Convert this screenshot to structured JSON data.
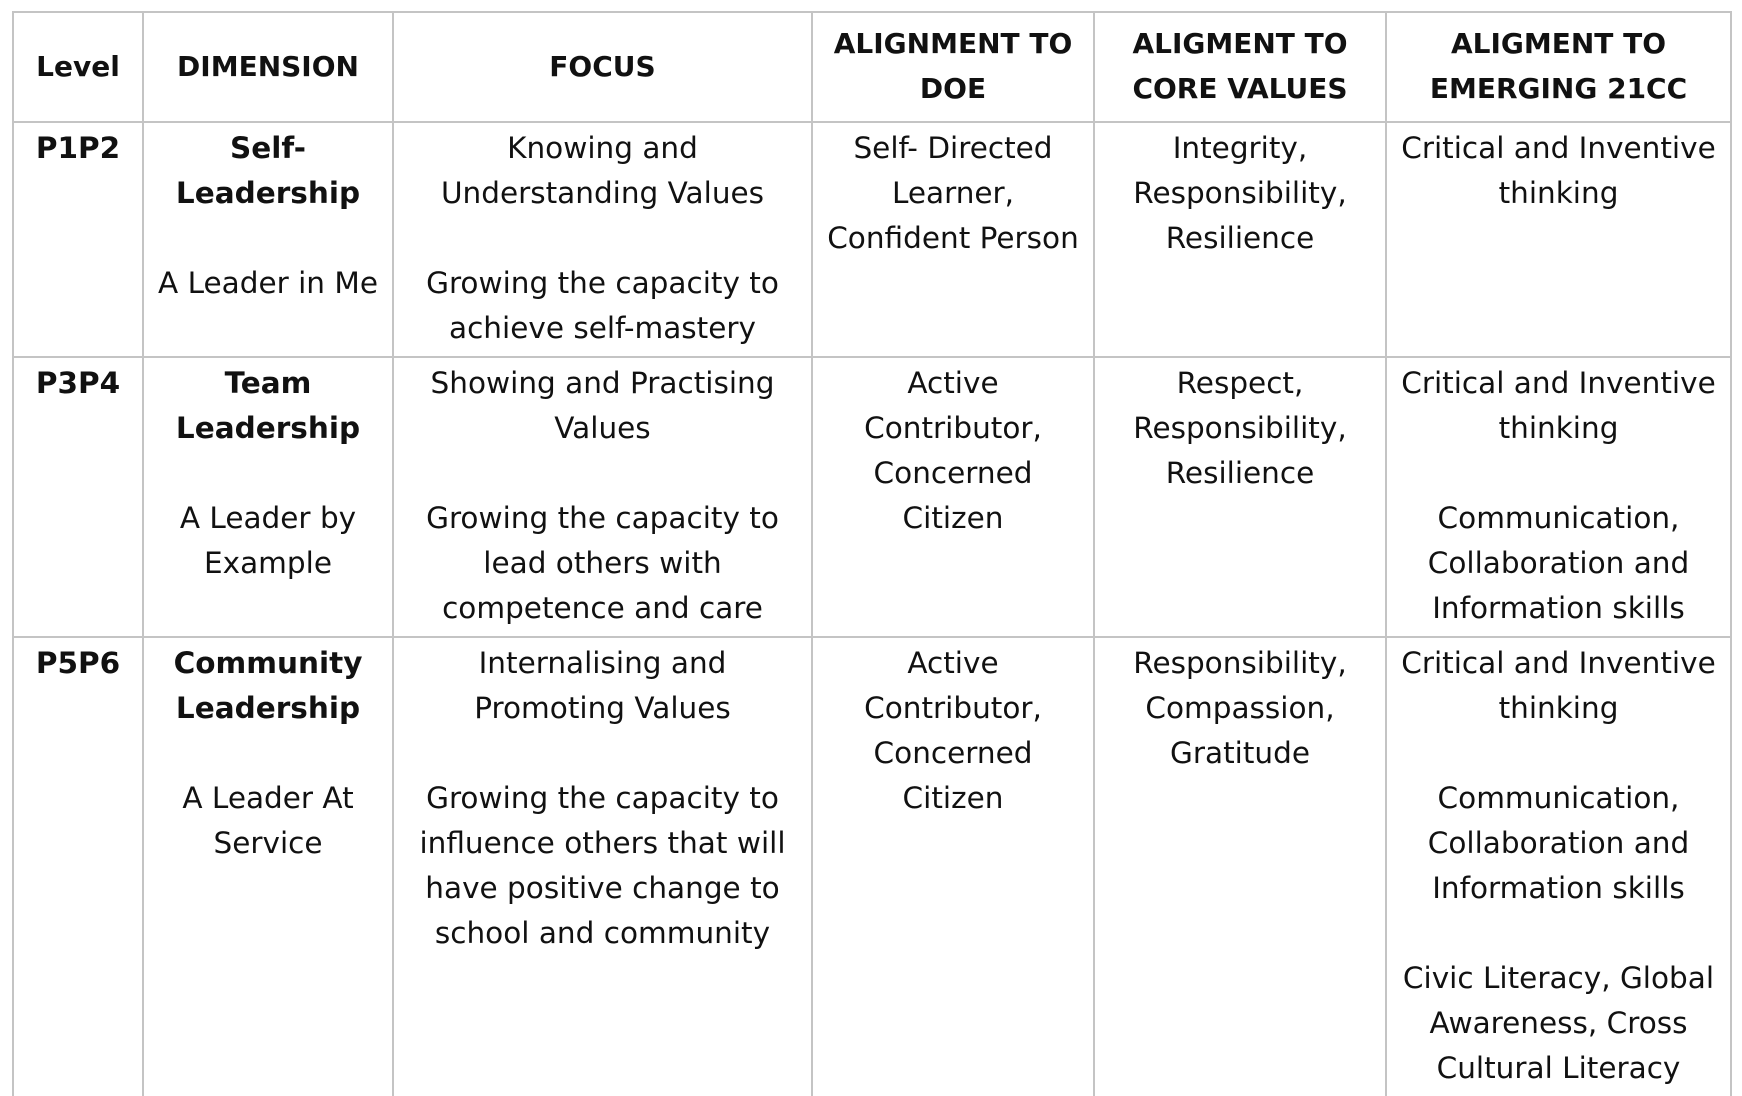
{
  "table": {
    "headers": {
      "level": "Level",
      "dimension": "DIMENSION",
      "focus": "FOCUS",
      "doe": "ALIGNMENT TO DOE",
      "core_values": "ALIGMENT TO CORE VALUES",
      "emerging_21cc": "ALIGMENT TO EMERGING 21CC"
    },
    "rows": [
      {
        "level": "P1P2",
        "dimension_title": "Self-Leadership",
        "dimension_subtitle": "A Leader in Me",
        "focus_1": "Knowing and Understanding Values",
        "focus_2": "Growing the capacity to achieve self-mastery",
        "doe": "Self- Directed Learner, Confident Person",
        "core_values": "Integrity, Responsibility, Resilience",
        "cc_1": "Critical and Inventive thinking"
      },
      {
        "level": "P3P4",
        "dimension_title": "Team Leadership",
        "dimension_subtitle": "A Leader by Example",
        "focus_1": "Showing and Practising Values",
        "focus_2": "Growing the capacity to lead others with competence and care",
        "doe": "Active Contributor, Concerned Citizen",
        "core_values": "Respect, Responsibility, Resilience",
        "cc_1": "Critical and Inventive thinking",
        "cc_2": "Communication, Collaboration and Information skills"
      },
      {
        "level": "P5P6",
        "dimension_title": "Community Leadership",
        "dimension_subtitle": "A Leader At Service",
        "focus_1": "Internalising and Promoting Values",
        "focus_2": "Growing the capacity to influence others that will have positive change to school and community",
        "doe": "Active Contributor, Concerned Citizen",
        "core_values": "Responsibility, Compassion, Gratitude",
        "cc_1": "Critical and Inventive thinking",
        "cc_2": "Communication, Collaboration and Information skills",
        "cc_3": "Civic Literacy, Global Awareness, Cross Cultural Literacy"
      }
    ]
  }
}
